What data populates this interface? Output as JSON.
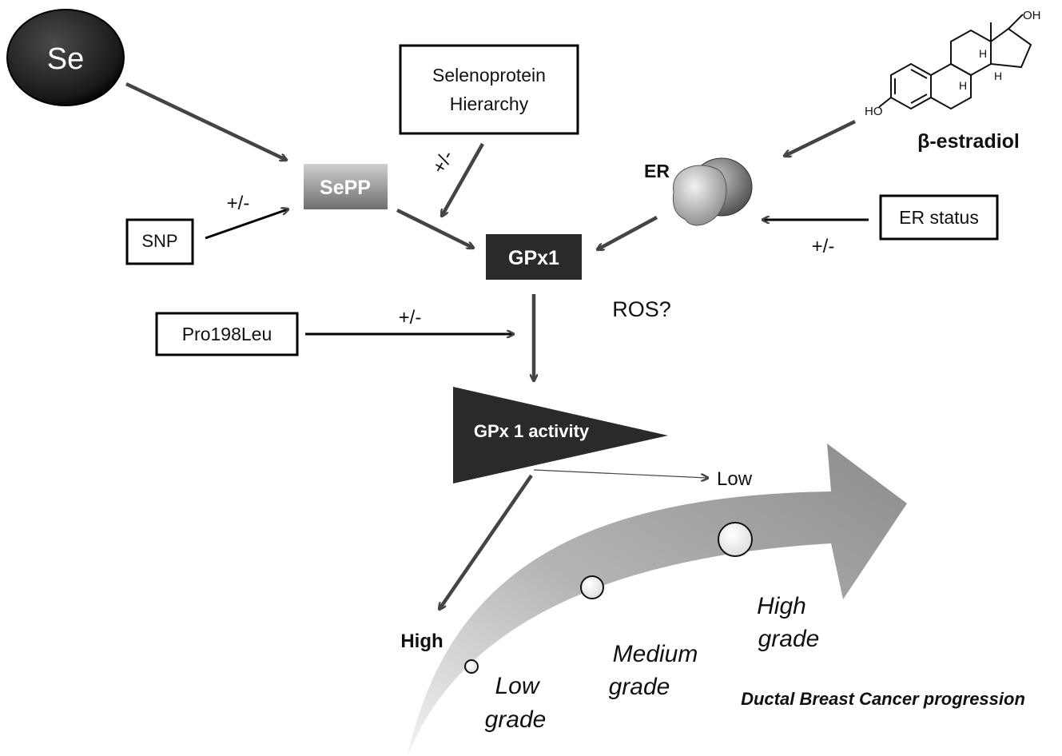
{
  "nodes": {
    "se": "Se",
    "selenoprotein_line1": "Selenoprotein",
    "selenoprotein_line2": "Hierarchy",
    "sepp": "SePP",
    "snp": "SNP",
    "gpx1": "GPx1",
    "er": "ER",
    "er_status": "ER status",
    "estradiol": "β-estradiol",
    "estradiol_h1": "H",
    "estradiol_h2": "H",
    "estradiol_h3": "H",
    "estradiol_oh_top": "OH",
    "estradiol_ho_left": "HO",
    "ros": "ROS?",
    "pro198leu": "Pro198Leu",
    "gpx1_activity": "GPx 1 activity",
    "low": "Low",
    "high": "High",
    "low_grade_1": "Low",
    "low_grade_2": "grade",
    "medium_grade_1": "Medium",
    "medium_grade_2": "grade",
    "high_grade_1": "High",
    "high_grade_2": "grade",
    "progression": "Ductal Breast Cancer progression"
  },
  "modifiers": {
    "snp_sepp": "+/-",
    "hierarchy_gpx1": "+/-",
    "er_status": "+/-",
    "pro198leu": "+/-"
  },
  "colors": {
    "dark_fill": "#2a2a2a",
    "arrow_gray": "#444444",
    "progression_arrow": "#9a9a9a"
  }
}
